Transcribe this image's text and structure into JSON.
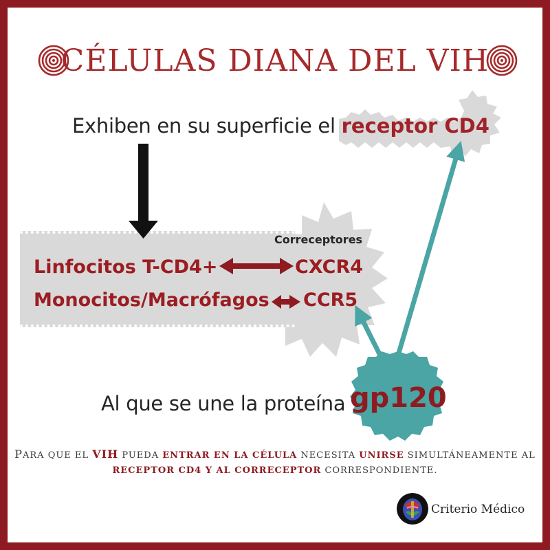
{
  "title": {
    "text": "CÉLULAS DIANA DEL VIH",
    "icon": "target-icon",
    "icon_color": "#a62a2b"
  },
  "intro": {
    "text": "Exhiben en su superficie el ",
    "highlight": "receptor CD4"
  },
  "cells": {
    "items": [
      {
        "label": "Linfocitos T-CD4+",
        "coreceptor": "CXCR4"
      },
      {
        "label": "Monocitos/Macrófagos",
        "coreceptor": "CCR5"
      }
    ],
    "coreceptors_title": "Correceptores"
  },
  "protein": {
    "text": "Al que se une la proteína",
    "name": "gp120"
  },
  "footnote": {
    "line1": [
      {
        "text": "P",
        "style": "big"
      },
      {
        "text": "ara que el ",
        "style": "normal"
      },
      {
        "text": "VIH",
        "style": "bold-big"
      },
      {
        "text": " pueda ",
        "style": "normal"
      },
      {
        "text": "entrar en la célula",
        "style": "bold"
      },
      {
        "text": " necesita ",
        "style": "normal"
      },
      {
        "text": "unirse",
        "style": "bold"
      },
      {
        "text": " simultáneamente al",
        "style": "normal"
      }
    ],
    "line2": [
      {
        "text": "receptor CD4 y al correceptor",
        "style": "bold"
      },
      {
        "text": " correspondiente.",
        "style": "normal"
      }
    ]
  },
  "brand": {
    "name": "Criterio Médico",
    "logo_icon": "brain-scan-icon"
  },
  "colors": {
    "accent_red": "#a22229",
    "frame": "#8e1b21",
    "teal": "#4aa5a4",
    "panel_grey": "#d9d9d9",
    "text": "#262626"
  }
}
